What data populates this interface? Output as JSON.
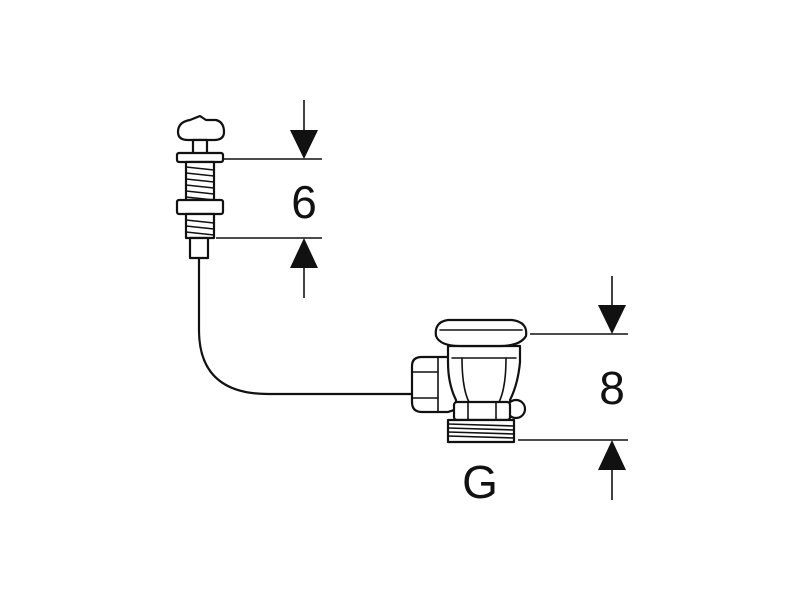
{
  "labels": {
    "upper_dimension": "6",
    "lower_dimension": "8",
    "thread": "G"
  },
  "colors": {
    "line": "#111111",
    "background": "#ffffff"
  }
}
